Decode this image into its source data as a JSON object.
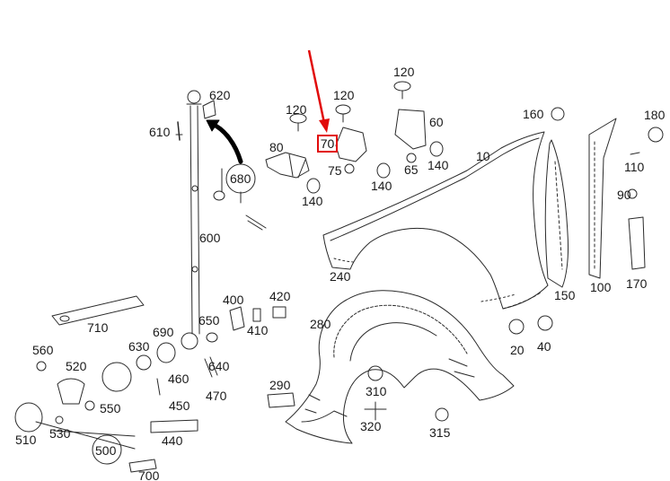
{
  "labels": {
    "l10": "10",
    "l20": "20",
    "l40": "40",
    "l60": "60",
    "l65": "65",
    "l70": "70",
    "l75": "75",
    "l80": "80",
    "l90": "90",
    "l100": "100",
    "l110": "110",
    "l120a": "120",
    "l120b": "120",
    "l120c": "120",
    "l140a": "140",
    "l140b": "140",
    "l140c": "140",
    "l150": "150",
    "l160": "160",
    "l170": "170",
    "l180": "180",
    "l240": "240",
    "l280": "280",
    "l290": "290",
    "l310": "310",
    "l315": "315",
    "l320": "320",
    "l400": "400",
    "l410": "410",
    "l420": "420",
    "l440": "440",
    "l450": "450",
    "l460": "460",
    "l470": "470",
    "l500": "500",
    "l510": "510",
    "l520": "520",
    "l530": "530",
    "l550": "550",
    "l560": "560",
    "l600": "600",
    "l610": "610",
    "l620": "620",
    "l630": "630",
    "l640": "640",
    "l650": "650",
    "l680": "680",
    "l690": "690",
    "l700": "700",
    "l710": "710"
  },
  "highlight": {
    "part": "70",
    "color": "#e10b0b"
  }
}
